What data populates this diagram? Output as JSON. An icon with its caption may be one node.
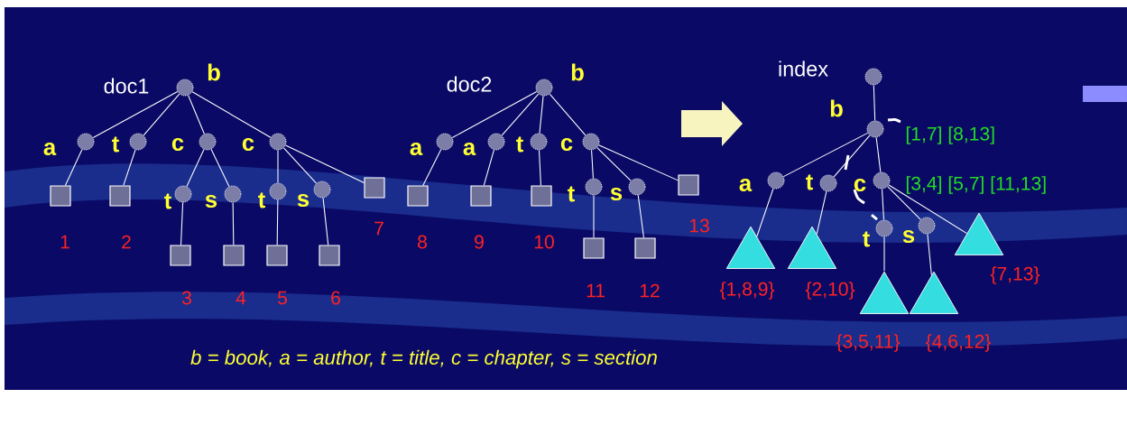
{
  "diagram": {
    "nodes": [
      {
        "text": [],
        "shape": "circle",
        "beside": [
          "doc1",
          "b"
        ]
      },
      {
        "text": [],
        "shape": "circle",
        "beside": [
          "a"
        ]
      },
      {
        "text": [],
        "shape": "circle",
        "beside": [
          "t"
        ]
      },
      {
        "text": [],
        "shape": "circle",
        "beside": [
          "c"
        ]
      },
      {
        "text": [],
        "shape": "circle",
        "beside": [
          "c"
        ]
      },
      {
        "text": [],
        "shape": "box",
        "beside": [
          "1"
        ]
      },
      {
        "text": [],
        "shape": "box",
        "beside": [
          "2"
        ]
      },
      {
        "text": [],
        "shape": "circle",
        "beside": [
          "t"
        ]
      },
      {
        "text": [],
        "shape": "circle",
        "beside": [
          "s"
        ]
      },
      {
        "text": [],
        "shape": "circle",
        "beside": [
          "t"
        ]
      },
      {
        "text": [],
        "shape": "circle",
        "beside": [
          "s"
        ]
      },
      {
        "text": [],
        "shape": "box",
        "beside": [
          "7"
        ]
      },
      {
        "text": [],
        "shape": "box",
        "beside": [
          "3"
        ]
      },
      {
        "text": [],
        "shape": "box",
        "beside": [
          "4"
        ]
      },
      {
        "text": [],
        "shape": "box",
        "beside": [
          "5"
        ]
      },
      {
        "text": [],
        "shape": "box",
        "beside": [
          "6"
        ]
      },
      {
        "text": [],
        "shape": "circle",
        "beside": [
          "doc2",
          "b"
        ]
      },
      {
        "text": [],
        "shape": "circle",
        "beside": [
          "a"
        ]
      },
      {
        "text": [],
        "shape": "circle",
        "beside": [
          "a"
        ]
      },
      {
        "text": [],
        "shape": "circle",
        "beside": [
          "t"
        ]
      },
      {
        "text": [],
        "shape": "circle",
        "beside": [
          "c"
        ]
      },
      {
        "text": [],
        "shape": "box",
        "beside": [
          "8"
        ]
      },
      {
        "text": [],
        "shape": "box",
        "beside": [
          "9"
        ]
      },
      {
        "text": [],
        "shape": "box",
        "beside": [
          "10"
        ]
      },
      {
        "text": [],
        "shape": "circle",
        "beside": [
          "t"
        ]
      },
      {
        "text": [],
        "shape": "circle",
        "beside": [
          "s"
        ]
      },
      {
        "text": [],
        "shape": "box",
        "beside": [
          "13"
        ]
      },
      {
        "text": [],
        "shape": "box",
        "beside": [
          "11"
        ]
      },
      {
        "text": [],
        "shape": "box",
        "beside": [
          "12"
        ]
      },
      {
        "text": [],
        "shape": "circle",
        "beside": [
          "index"
        ]
      },
      {
        "text": [],
        "shape": "circle",
        "beside": [
          "b"
        ]
      },
      {
        "text": [],
        "shape": "circle",
        "beside": [
          "a"
        ]
      },
      {
        "text": [],
        "shape": "circle",
        "beside": [
          "t"
        ]
      },
      {
        "text": [],
        "shape": "circle",
        "beside": [
          "c"
        ]
      },
      {
        "text": [],
        "shape": "triangle",
        "beside": [
          "{1,8,9}"
        ]
      },
      {
        "text": [],
        "shape": "triangle",
        "beside": [
          "{2,10}"
        ]
      },
      {
        "text": [],
        "shape": "circle",
        "beside": [
          "t"
        ]
      },
      {
        "text": [],
        "shape": "circle",
        "beside": [
          "s"
        ]
      },
      {
        "text": [],
        "shape": "triangle",
        "beside": [
          "{7,13}"
        ]
      },
      {
        "text": [],
        "shape": "triangle",
        "beside": [
          "{3,5,11}"
        ]
      },
      {
        "text": [],
        "shape": "triangle",
        "beside": [
          "{4,6,12}"
        ]
      }
    ],
    "edges": [
      {
        "from": 0,
        "to": 1,
        "arrow": "none"
      },
      {
        "from": 0,
        "to": 2,
        "arrow": "none"
      },
      {
        "from": 0,
        "to": 3,
        "arrow": "none"
      },
      {
        "from": 0,
        "to": 4,
        "arrow": "none"
      },
      {
        "from": 1,
        "to": 5,
        "arrow": "none"
      },
      {
        "from": 2,
        "to": 6,
        "arrow": "none"
      },
      {
        "from": 3,
        "to": 7,
        "arrow": "none"
      },
      {
        "from": 3,
        "to": 8,
        "arrow": "none"
      },
      {
        "from": 4,
        "to": 9,
        "arrow": "none"
      },
      {
        "from": 4,
        "to": 10,
        "arrow": "none"
      },
      {
        "from": 4,
        "to": 11,
        "arrow": "none"
      },
      {
        "from": 7,
        "to": 12,
        "arrow": "none"
      },
      {
        "from": 8,
        "to": 13,
        "arrow": "none"
      },
      {
        "from": 9,
        "to": 14,
        "arrow": "none"
      },
      {
        "from": 10,
        "to": 15,
        "arrow": "none"
      },
      {
        "from": 16,
        "to": 17,
        "arrow": "none"
      },
      {
        "from": 16,
        "to": 18,
        "arrow": "none"
      },
      {
        "from": 16,
        "to": 19,
        "arrow": "none"
      },
      {
        "from": 16,
        "to": 20,
        "arrow": "none"
      },
      {
        "from": 17,
        "to": 21,
        "arrow": "none"
      },
      {
        "from": 18,
        "to": 22,
        "arrow": "none"
      },
      {
        "from": 19,
        "to": 23,
        "arrow": "none"
      },
      {
        "from": 20,
        "to": 24,
        "arrow": "none"
      },
      {
        "from": 20,
        "to": 25,
        "arrow": "none"
      },
      {
        "from": 20,
        "to": 26,
        "arrow": "none"
      },
      {
        "from": 24,
        "to": 27,
        "arrow": "none"
      },
      {
        "from": 25,
        "to": 28,
        "arrow": "none"
      },
      {
        "from": 29,
        "to": 30,
        "arrow": "none"
      },
      {
        "from": 30,
        "to": 31,
        "arrow": "none"
      },
      {
        "from": 30,
        "to": 32,
        "arrow": "none"
      },
      {
        "from": 30,
        "to": 33,
        "arrow": "none"
      },
      {
        "from": 31,
        "to": 34,
        "arrow": "none"
      },
      {
        "from": 32,
        "to": 35,
        "arrow": "none"
      },
      {
        "from": 33,
        "to": 36,
        "arrow": "none"
      },
      {
        "from": 33,
        "to": 37,
        "arrow": "none"
      },
      {
        "from": 33,
        "to": 38,
        "arrow": "none"
      },
      {
        "from": 36,
        "to": 39,
        "arrow": "none"
      },
      {
        "from": 37,
        "to": 40,
        "arrow": "none"
      }
    ],
    "labels": [
      "[1,7] [8,13]",
      "[3,4] [5,7] [11,13]",
      "b = book, a = author, t = title, c = chapter, s = section"
    ]
  }
}
